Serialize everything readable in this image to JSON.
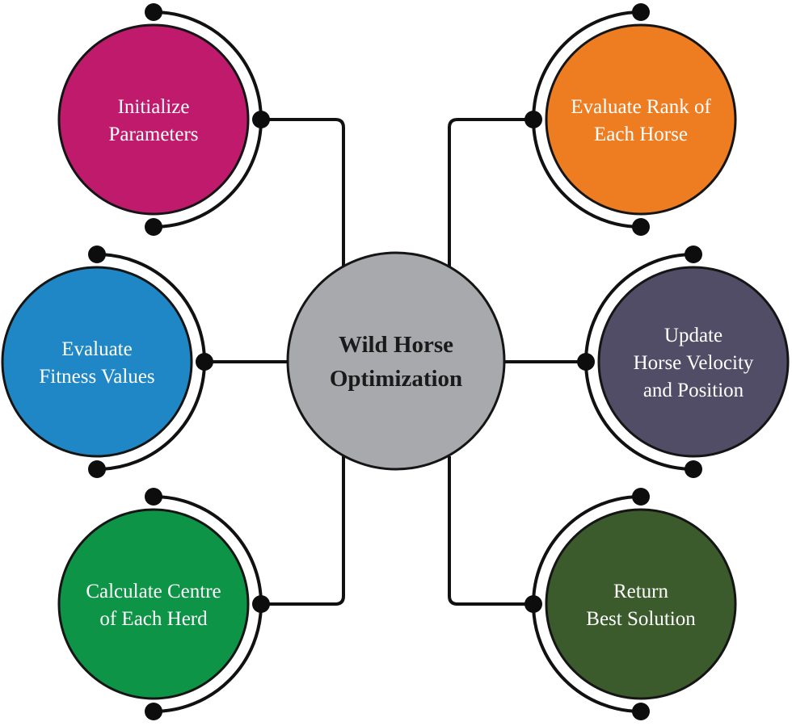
{
  "center": {
    "lines": [
      "Wild Horse",
      "Optimization"
    ],
    "color": "#a7a9ac"
  },
  "nodes": [
    {
      "id": "initialize-parameters",
      "lines": [
        "Initialize",
        "Parameters"
      ],
      "color": "#c01a6c"
    },
    {
      "id": "evaluate-fitness-values",
      "lines": [
        "Evaluate",
        "Fitness Values"
      ],
      "color": "#1f87c6"
    },
    {
      "id": "calculate-centre-of-each-herd",
      "lines": [
        "Calculate Centre",
        "of Each Herd"
      ],
      "color": "#0e9447"
    },
    {
      "id": "evaluate-rank-of-each-horse",
      "lines": [
        "Evaluate Rank of",
        "Each Horse"
      ],
      "color": "#ee7d22"
    },
    {
      "id": "update-horse-velocity-and-position",
      "lines": [
        "Update",
        "Horse Velocity",
        "and Position"
      ],
      "color": "#514d66"
    },
    {
      "id": "return-best-solution",
      "lines": [
        "Return",
        "Best Solution"
      ],
      "color": "#3c5b2c"
    }
  ]
}
